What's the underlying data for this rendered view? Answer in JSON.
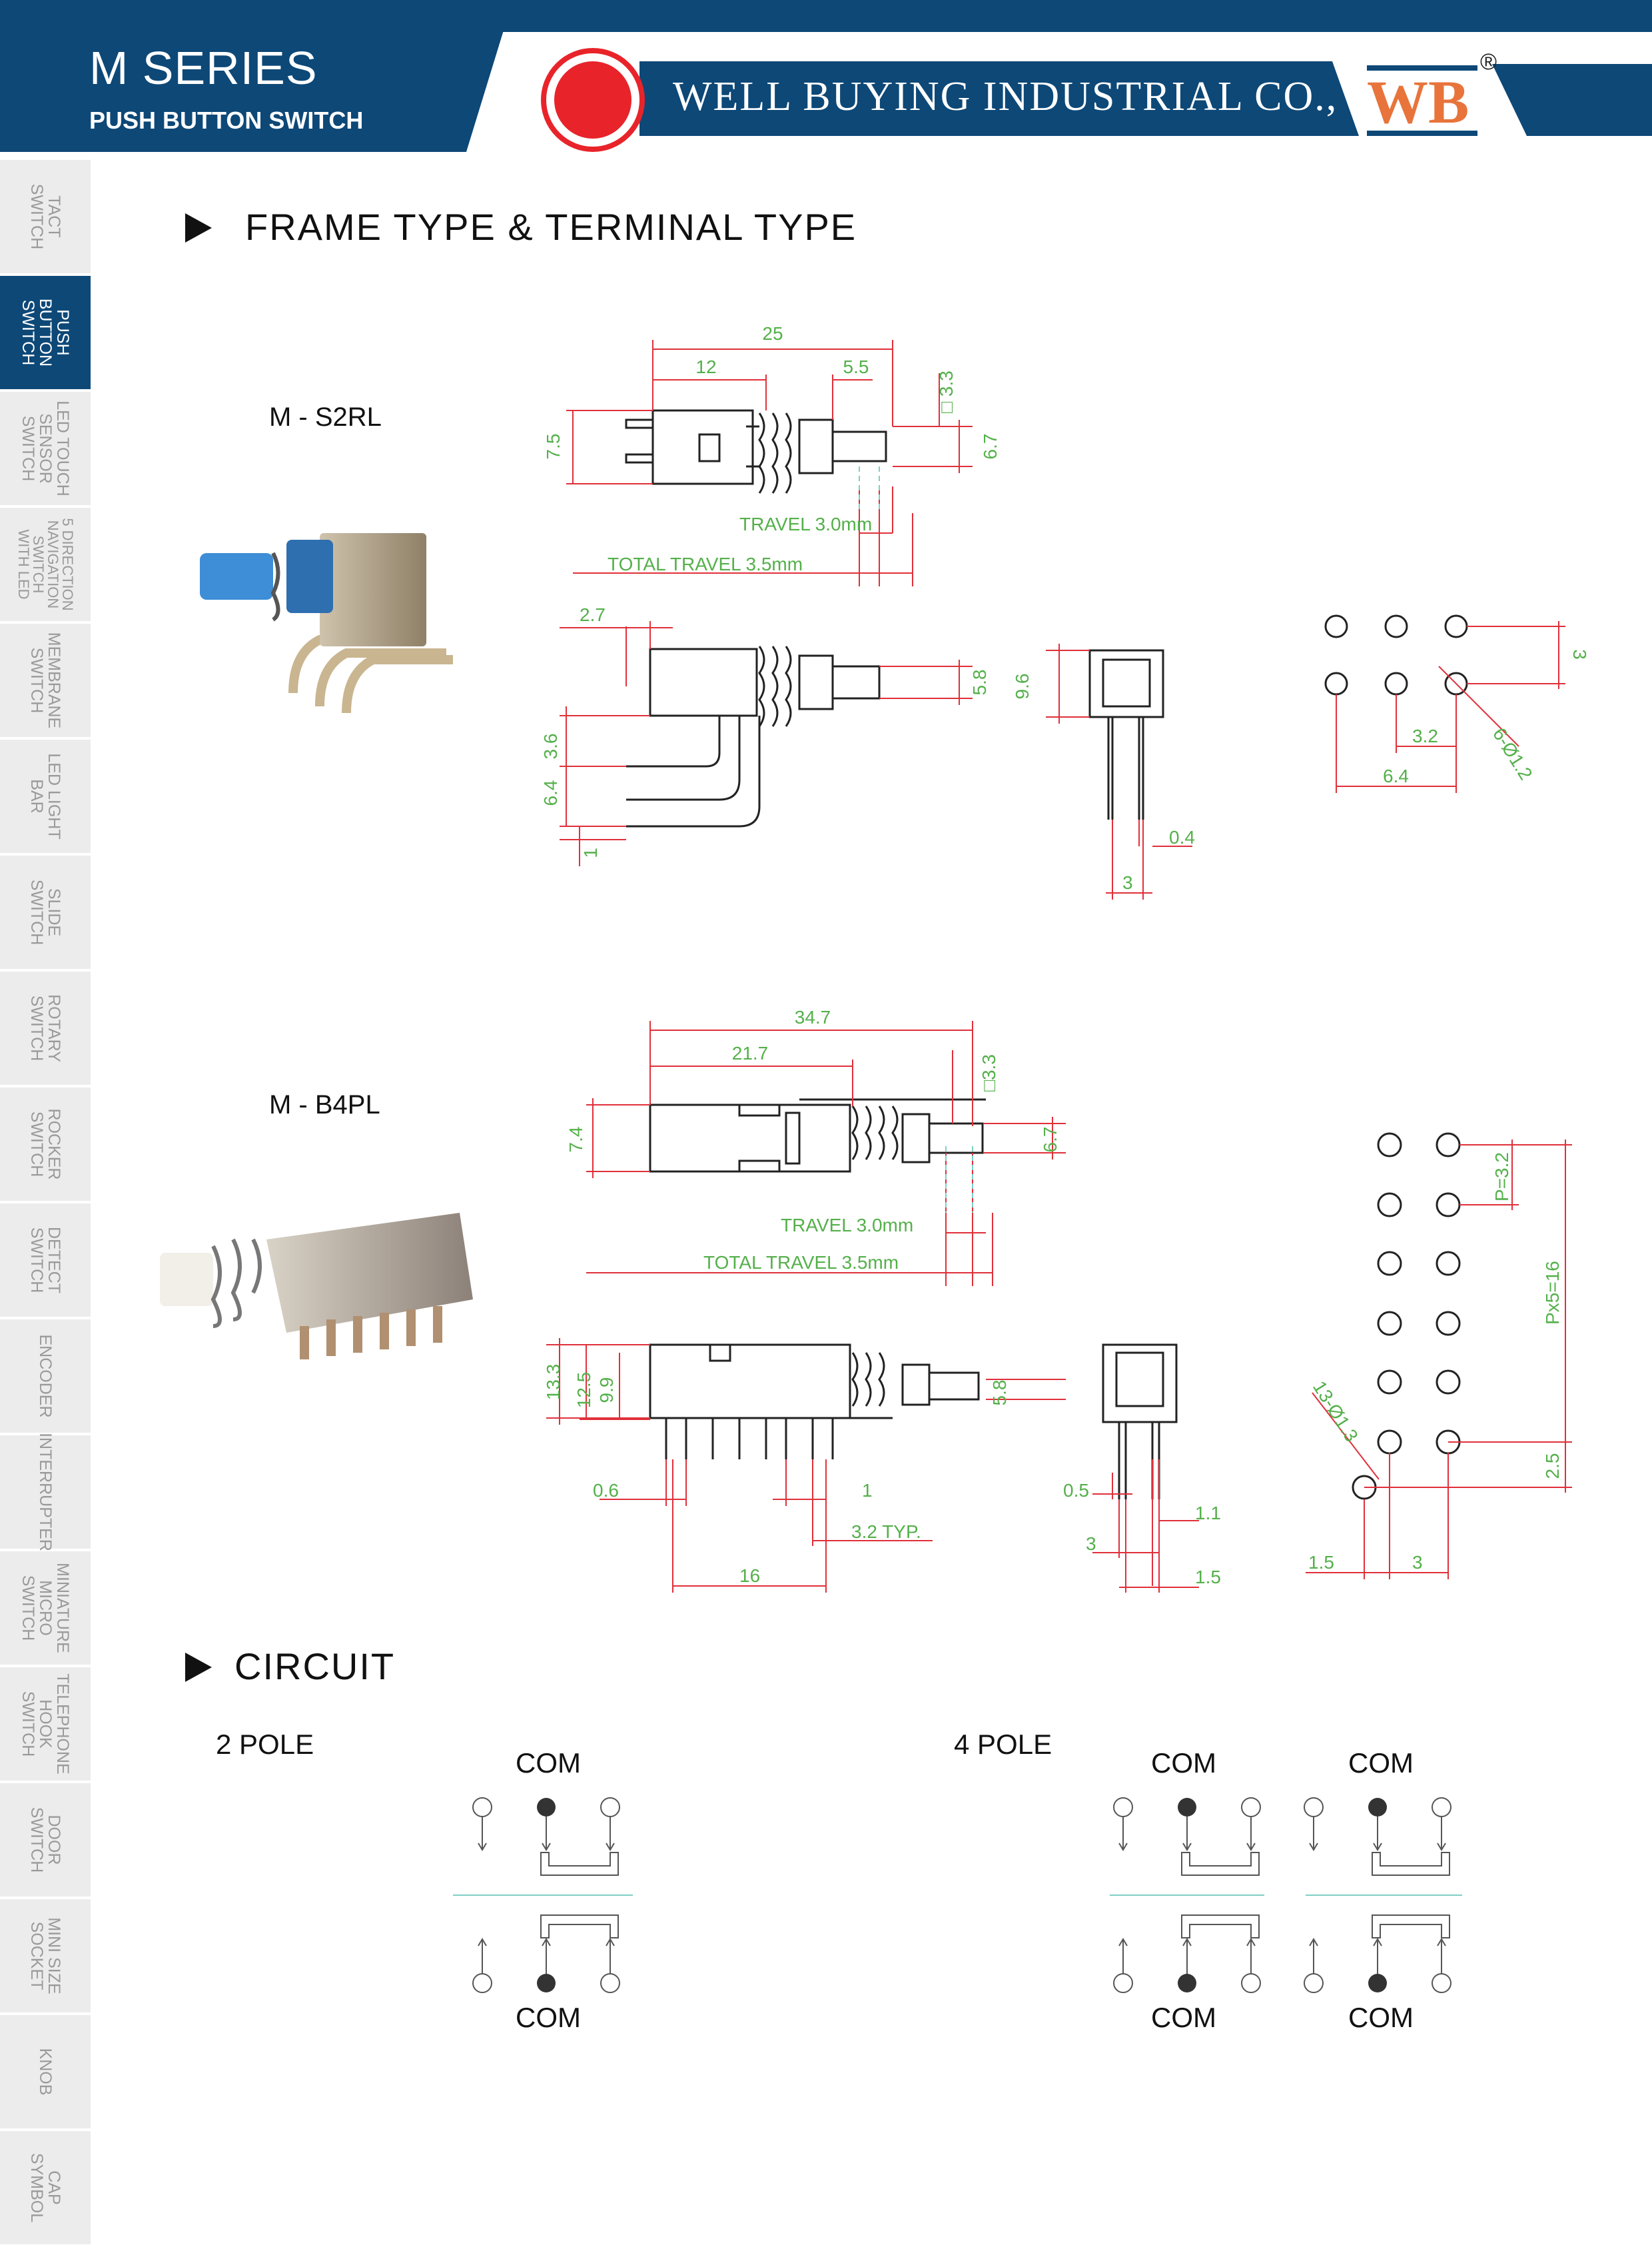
{
  "header": {
    "series": "M SERIES",
    "subtitle": "PUSH BUTTON SWITCH",
    "company": "WELL BUYING INDUSTRIAL CO., LTD",
    "logo": "WB",
    "reg": "®",
    "colors": {
      "navy": "#0d4877",
      "red": "#e8242a",
      "logo": "#e8743b"
    }
  },
  "sidebar": {
    "tabs": [
      {
        "label": "TACT\nSWITCH",
        "active": false
      },
      {
        "label": "PUSH\nBUTTON\nSWITCH",
        "active": true
      },
      {
        "label": "LED TOUCH\nSENSOR\nSWITCH",
        "active": false
      },
      {
        "label": "5 DIRECTION\nNAVIGATION\nSWITCH\nWITH LED",
        "active": false
      },
      {
        "label": "MEMBRANE\nSWITCH",
        "active": false
      },
      {
        "label": "LED LIGHT\nBAR",
        "active": false
      },
      {
        "label": "SLIDE\nSWITCH",
        "active": false
      },
      {
        "label": "ROTARY\nSWITCH",
        "active": false
      },
      {
        "label": "ROCKER\nSWITCH",
        "active": false
      },
      {
        "label": "DETECT\nSWITCH",
        "active": false
      },
      {
        "label": "ENCODER",
        "active": false
      },
      {
        "label": "INTERRUPTER",
        "active": false
      },
      {
        "label": "MINIATURE\nMICRO\nSWITCH",
        "active": false
      },
      {
        "label": "TELEPHONE\nHOOK\nSWITCH",
        "active": false
      },
      {
        "label": "DOOR\nSWITCH",
        "active": false
      },
      {
        "label": "MINI SIZE\nSOCKET",
        "active": false
      },
      {
        "label": "KNOB",
        "active": false
      },
      {
        "label": "CAP\nSYMBOL",
        "active": false
      }
    ]
  },
  "section1": {
    "title": "FRAME  TYPE  &  TERMINAL  TYPE"
  },
  "s2rl": {
    "model": "M - S2RL",
    "dims": {
      "d25": "25",
      "d12": "12",
      "d55": "5.5",
      "d33": "□ 3.3",
      "d75": "7.5",
      "d67": "6.7",
      "travel": "TRAVEL 3.0mm",
      "total": "TOTAL TRAVEL 3.5mm",
      "d27": "2.7",
      "d36": "3.6",
      "d64": "6.4",
      "d1": "1",
      "d58": "5.8",
      "d96": "9.6",
      "d04": "0.4",
      "d3": "3",
      "p3": "3",
      "p32": "3.2",
      "p64": "6.4",
      "hole": "6-Ø1.2"
    }
  },
  "b4pl": {
    "model": "M - B4PL",
    "dims": {
      "d347": "34.7",
      "d217": "21.7",
      "d33": "□3.3",
      "d74": "7.4",
      "d67": "6.7",
      "travel": "TRAVEL 3.0mm",
      "total": "TOTAL TRAVEL 3.5mm",
      "d133": "13.3",
      "d125": "12.5",
      "d99": "9.9",
      "d58": "5.8",
      "d06": "0.6",
      "d1": "1",
      "typ": "3.2 TYP.",
      "d16": "16",
      "e05": "0.5",
      "e11": "1.1",
      "e3": "3",
      "e15": "1.5",
      "p32": "P=3.2",
      "px5": "Px5=16",
      "p25": "2.5",
      "p15": "1.5",
      "p3": "3",
      "hole": "13-Ø1.3"
    }
  },
  "section2": {
    "title": "CIRCUIT"
  },
  "circuit": {
    "pole2": "2 POLE",
    "pole4": "4 POLE",
    "com": "COM"
  }
}
